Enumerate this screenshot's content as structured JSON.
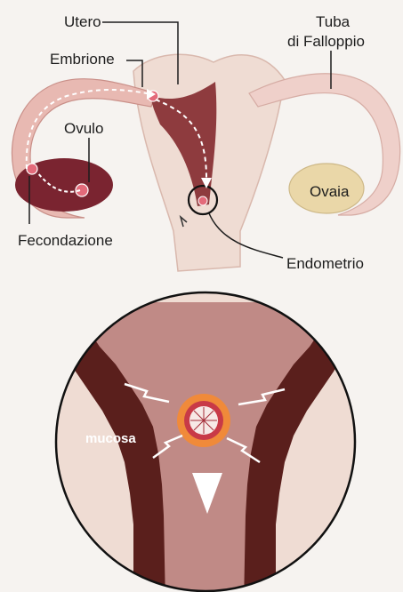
{
  "labels": {
    "utero": "Utero",
    "tuba_line1": "Tuba",
    "tuba_line2": "di Falloppio",
    "embrione": "Embrione",
    "ovulo": "Ovulo",
    "ovaia": "Ovaia",
    "fecondazione": "Fecondazione",
    "endometrio": "Endometrio",
    "mucosa": "mucosa"
  },
  "colors": {
    "background": "#f6f3f0",
    "tissue_light": "#efdcd3",
    "tube_pink": "#e8b9b2",
    "uterus_dark": "#8e3b3e",
    "ovary_left": "#7a2430",
    "ovary_right": "#ead7a8",
    "mucosa_pink": "#c08a86",
    "wall_dark": "#5a1f1c",
    "embryo_orange": "#f08a3a",
    "cell_red": "#c83a47"
  }
}
